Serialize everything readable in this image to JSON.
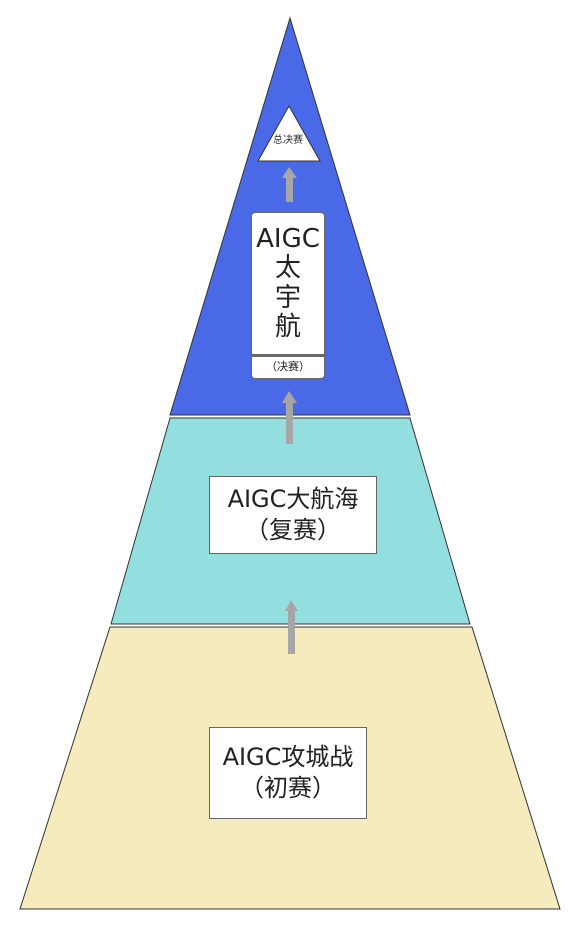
{
  "colors": {
    "tier_bottom": "#f5ebbd",
    "tier_middle": "#93dfe0",
    "tier_top": "#4a69e6",
    "arrow": "#a6a6a6",
    "outline": "#333333"
  },
  "tiers": {
    "first_round": {
      "title": "AIGC攻城战",
      "subtitle": "（初赛）"
    },
    "second_round": {
      "title": "AIGC大航海",
      "subtitle": "（复赛）"
    },
    "final_round": {
      "title_lines": [
        "AIGC",
        "太",
        "宇",
        "航"
      ],
      "subtitle": "（决赛）"
    },
    "grand_final": {
      "label": "总决赛"
    }
  }
}
